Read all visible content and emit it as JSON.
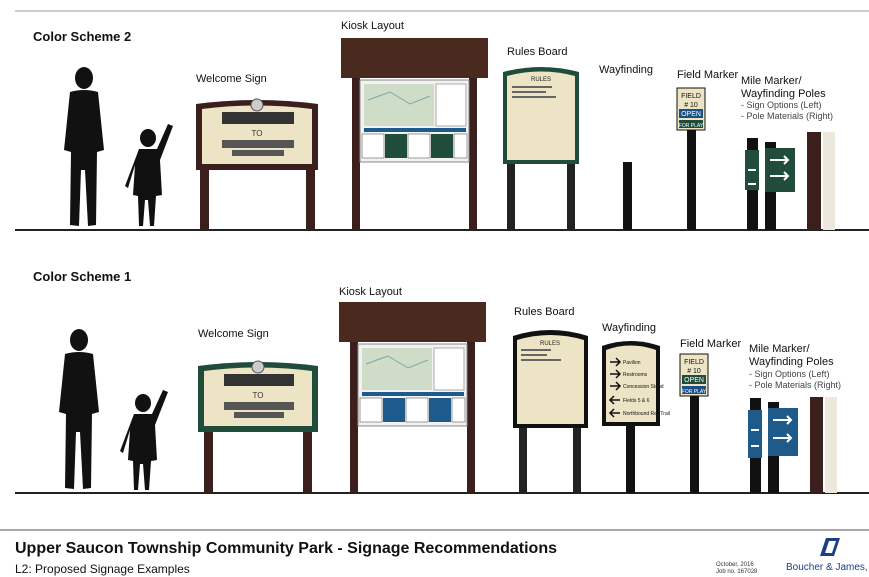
{
  "schemes": [
    {
      "title": "Color Scheme 2",
      "labels": {
        "welcome": "Welcome Sign",
        "kiosk": "Kiosk Layout",
        "rules": "Rules Board",
        "wayfinding": "Wayfinding",
        "field": "Field Marker",
        "mile_1": "Mile Marker/",
        "mile_2": "Wayfinding Poles",
        "mile_3": "- Sign Options (Left)",
        "mile_4": "- Pole Materials (Right)"
      }
    },
    {
      "title": "Color Scheme 1",
      "labels": {
        "welcome": "Welcome Sign",
        "kiosk": "Kiosk Layout",
        "rules": "Rules Board",
        "wayfinding": "Wayfinding",
        "field": "Field Marker",
        "mile_1": "Mile Marker/",
        "mile_2": "Wayfinding Poles",
        "mile_3": "- Sign Options (Left)",
        "mile_4": "- Pole Materials (Right)"
      }
    }
  ],
  "sign_text": {
    "welcome_to": "TO",
    "rules_header": "RULES",
    "field_1": "FIELD",
    "field_2": "# 10",
    "field_3": "OPEN",
    "field_4": "FOR PLAY",
    "wayfinding_items": [
      "Pavilion",
      "Restrooms",
      "Concession Stand",
      "Fields 5 & 6",
      "Northbound Rail Trail"
    ]
  },
  "footer": {
    "title": "Upper Saucon Township Community Park -  Signage Recommendations",
    "subtitle": "L2: Proposed Signage Examples",
    "date": "October, 2016",
    "job": "Job no. 167028",
    "company": "Boucher & James, In"
  },
  "colors": {
    "post": "#3a1f1c",
    "kiosk_roof": "#4a2a1e",
    "cream": "#ece4c4",
    "green": "#1f4d3a",
    "blue": "#1e5a8a",
    "field_blue": "#1b4f86"
  }
}
